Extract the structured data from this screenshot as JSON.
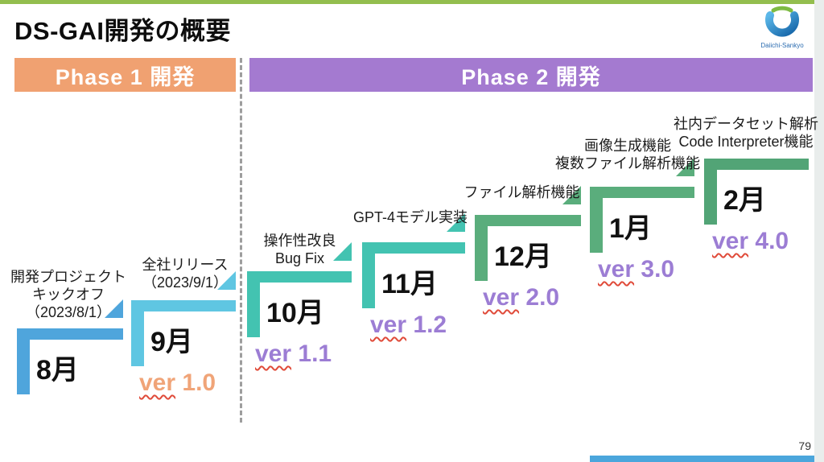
{
  "slide": {
    "title": "DS-GAI開発の概要",
    "page_number": "79",
    "logo": {
      "text": "Daiichi-Sankyo"
    }
  },
  "phase_headers": [
    {
      "label": "Phase 1 開発",
      "bg_color": "#F0A171"
    },
    {
      "label": "Phase 2 開発",
      "bg_color": "#A47AD0"
    }
  ],
  "colors": {
    "top_bar": "#93BE4E",
    "bottom_bar": "#4BA6DC",
    "divider": "#9E9E9E",
    "phase1_version_text": "#F0A478",
    "phase2_version_text": "#9C7DD4",
    "squiggle": "#E04B3A"
  },
  "timeline": {
    "steps": [
      {
        "month": "8月",
        "version": "",
        "phase": 1,
        "color": "#4FA5DC",
        "annotation_lines": [
          "開発プロジェクト",
          "キックオフ",
          "（2023/8/1）"
        ]
      },
      {
        "month": "9月",
        "version": "ver 1.0",
        "phase": 1,
        "color": "#5FC6E2",
        "annotation_lines": [
          "全社リリース",
          "（2023/9/1）"
        ]
      },
      {
        "month": "10月",
        "version": "ver 1.1",
        "phase": 2,
        "color": "#43C3B1",
        "annotation_lines": [
          "操作性改良",
          "Bug Fix"
        ]
      },
      {
        "month": "11月",
        "version": "ver 1.2",
        "phase": 2,
        "color": "#43C3B1",
        "annotation_lines": [
          "GPT-4モデル実装"
        ]
      },
      {
        "month": "12月",
        "version": "ver 2.0",
        "phase": 2,
        "color": "#5AAD7C",
        "annotation_lines": [
          "ファイル解析機能"
        ]
      },
      {
        "month": "1月",
        "version": "ver 3.0",
        "phase": 2,
        "color": "#5AAD7C",
        "annotation_lines": [
          "画像生成機能",
          "複数ファイル解析機能"
        ]
      },
      {
        "month": "2月",
        "version": "ver 4.0",
        "phase": 2,
        "color": "#52A476",
        "annotation_lines": [
          "社内データセット解析",
          "Code Interpreter機能"
        ]
      }
    ]
  }
}
